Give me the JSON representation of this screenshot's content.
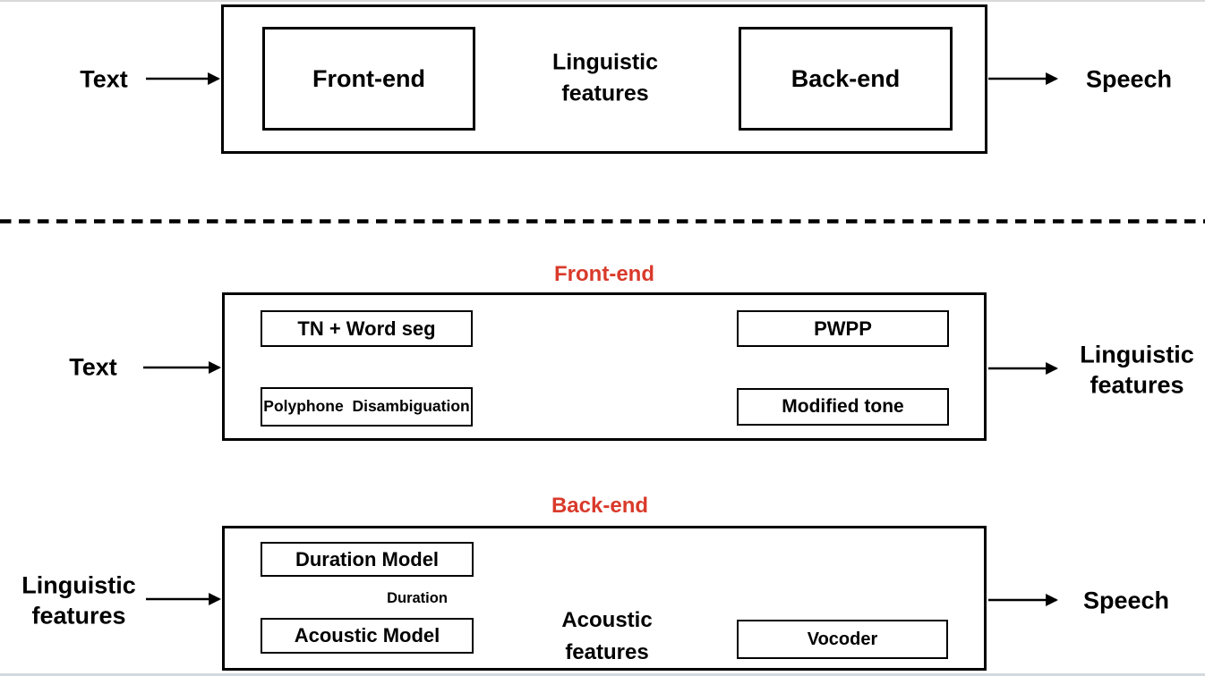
{
  "colors": {
    "accent": "#d93a2b",
    "ink": "#000000"
  },
  "overview": {
    "input_label": "Text",
    "frontend_label": "Front-end",
    "arrow_label_line1": "Linguistic",
    "arrow_label_line2": "features",
    "backend_label": "Back-end",
    "output_label": "Speech"
  },
  "frontend_detail": {
    "title": "Front-end",
    "input_label": "Text",
    "tn_word_seg_label": "TN + Word seg",
    "polyphone_label": "Polyphone  Disambiguation",
    "pwpp_label": "PWPP",
    "modified_tone_label": "Modified tone",
    "output_label_line1": "Linguistic",
    "output_label_line2": "features"
  },
  "backend_detail": {
    "title": "Back-end",
    "input_label_line1": "Linguistic",
    "input_label_line2": "features",
    "duration_model_label": "Duration Model",
    "duration_arrow_label": "Duration",
    "acoustic_model_label": "Acoustic Model",
    "arrow_label_line1": "Acoustic",
    "arrow_label_line2": "features",
    "vocoder_label": "Vocoder",
    "output_label": "Speech"
  }
}
